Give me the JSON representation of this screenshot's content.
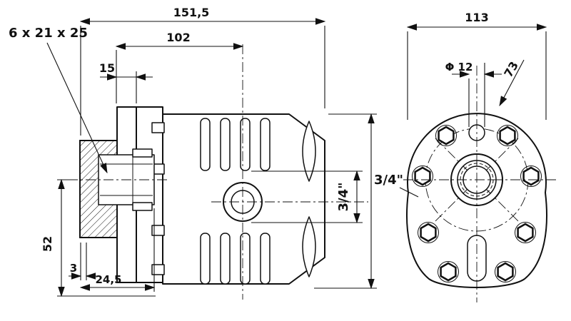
{
  "drawing_title": "Gear pump dimensional drawing, side and front views",
  "colors": {
    "ink": "#111111",
    "paper": "#ffffff"
  },
  "views": {
    "side": {
      "dims": {
        "overall_length": "151,5",
        "body_length": "102",
        "flange_offset": "15",
        "spline_spec": "6 x 21 x 25",
        "center_height": "52",
        "step": "3",
        "shaft_length": "24,5",
        "port_thread": "3/4\""
      }
    },
    "front": {
      "dims": {
        "width": "113",
        "hole_diameter": "Φ 12",
        "pitch": "73",
        "port_thread": "3/4\""
      }
    }
  }
}
